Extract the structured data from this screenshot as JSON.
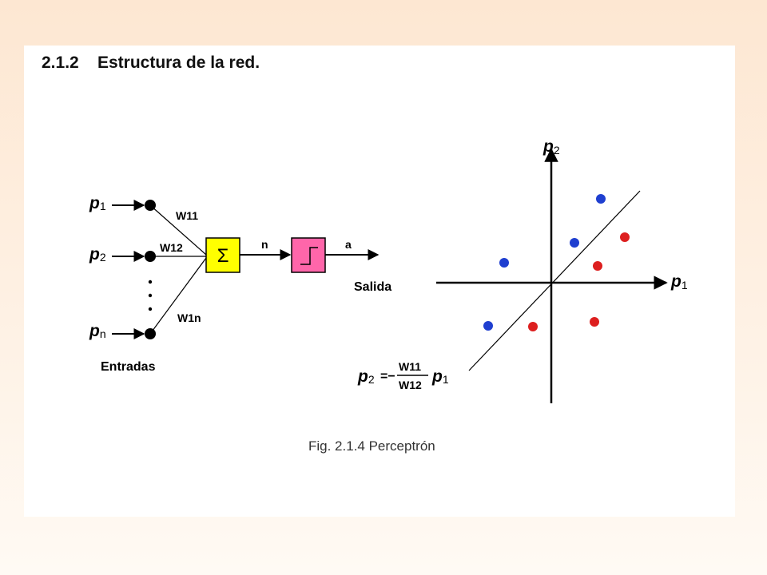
{
  "section": {
    "number": "2.1.2",
    "title": "Estructura de la red."
  },
  "inputs": {
    "p": "p",
    "sub_1": "1",
    "sub_2": "2",
    "sub_n": "n",
    "label": "Entradas"
  },
  "weights": {
    "w11": "W11",
    "w12": "W12",
    "w1n": "W1n"
  },
  "neuron": {
    "sum_symbol": "Σ",
    "net_label": "n",
    "output_label": "a",
    "output_caption": "Salida"
  },
  "plot": {
    "y_axis_label_var": "p",
    "y_axis_label_sub": "2",
    "x_axis_label_var": "p",
    "x_axis_label_sub": "1",
    "boundary_eq_lhs_var": "p",
    "boundary_eq_lhs_sub": "2",
    "boundary_eq_sign": "=−",
    "boundary_eq_num": "W11",
    "boundary_eq_den": "W12",
    "boundary_eq_rhs_var": "p",
    "boundary_eq_rhs_sub": "1"
  },
  "colors": {
    "summation_box": "#ffff00",
    "transfer_box": "#ff66aa",
    "class_blue": "#1f3fd0",
    "class_red": "#dd1f1f"
  },
  "caption": "Fig. 2.1.4 Perceptrón"
}
